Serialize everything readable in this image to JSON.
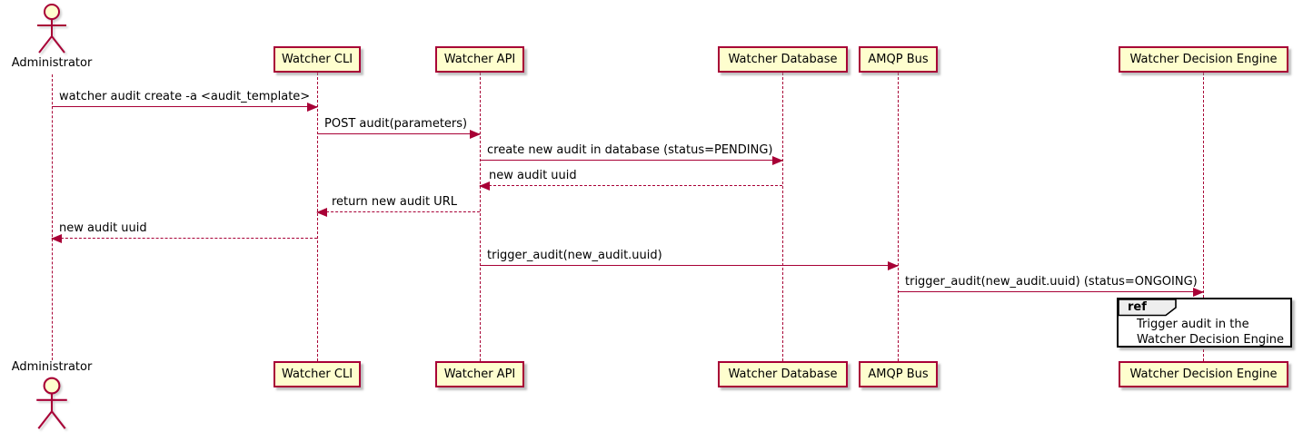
{
  "diagram_type": "uml-sequence-diagram",
  "actor": {
    "label": "Administrator"
  },
  "participants": [
    {
      "label": "Watcher CLI"
    },
    {
      "label": "Watcher API"
    },
    {
      "label": "Watcher Database"
    },
    {
      "label": "AMQP Bus"
    },
    {
      "label": "Watcher Decision Engine"
    }
  ],
  "messages": [
    {
      "from": "Administrator",
      "to": "Watcher CLI",
      "label": "watcher audit create -a <audit_template>",
      "line": "solid",
      "direction": "right"
    },
    {
      "from": "Watcher CLI",
      "to": "Watcher API",
      "label": "POST audit(parameters)",
      "line": "solid",
      "direction": "right"
    },
    {
      "from": "Watcher API",
      "to": "Watcher Database",
      "label": "create new audit in database (status=PENDING)",
      "line": "solid",
      "direction": "right"
    },
    {
      "from": "Watcher Database",
      "to": "Watcher API",
      "label": "new audit uuid",
      "line": "dashed",
      "direction": "left"
    },
    {
      "from": "Watcher API",
      "to": "Watcher CLI",
      "label": "return new audit URL",
      "line": "dashed",
      "direction": "left"
    },
    {
      "from": "Watcher CLI",
      "to": "Administrator",
      "label": "new audit uuid",
      "line": "dashed",
      "direction": "left"
    },
    {
      "from": "Watcher API",
      "to": "AMQP Bus",
      "label": "trigger_audit(new_audit.uuid)",
      "line": "solid",
      "direction": "right"
    },
    {
      "from": "AMQP Bus",
      "to": "Watcher Decision Engine",
      "label": "trigger_audit(new_audit.uuid) (status=ONGOING)",
      "line": "solid",
      "direction": "right"
    }
  ],
  "ref": {
    "keyword": "ref",
    "line1": "Trigger audit in the",
    "line2": "Watcher Decision Engine"
  },
  "colors": {
    "participant_fill": "#FEFECE",
    "participant_border": "#A80036",
    "line": "#A80036",
    "text": "#000000",
    "ref_border": "#000000",
    "ref_header_fill": "#EEEEEE"
  }
}
